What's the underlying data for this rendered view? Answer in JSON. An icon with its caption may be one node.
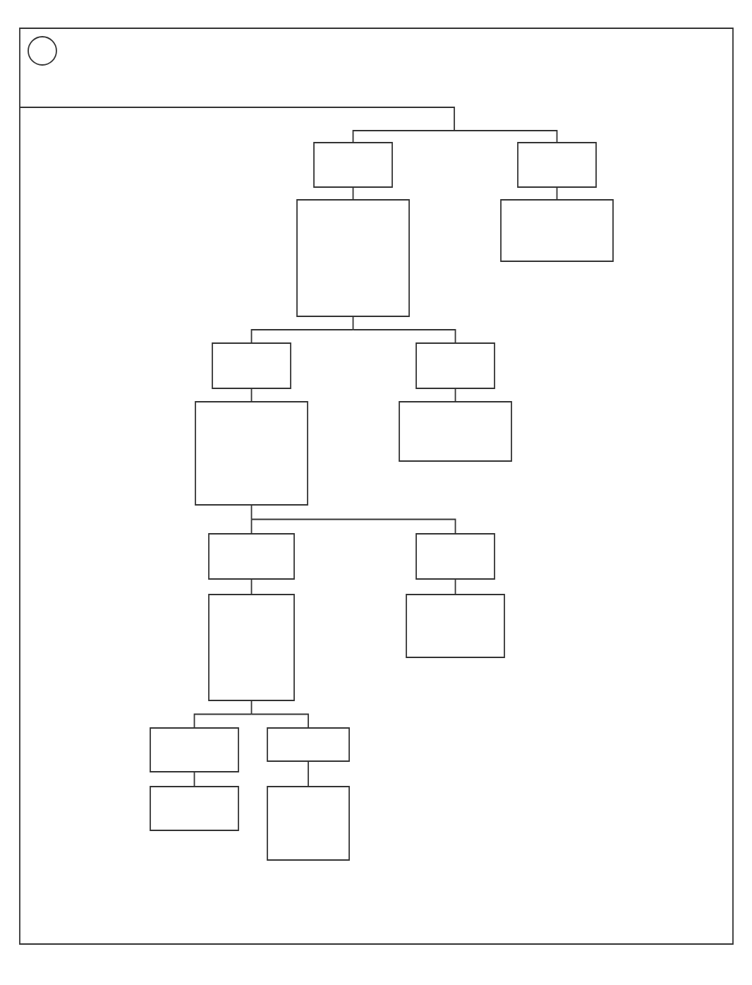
{
  "diagram": {
    "nodes": [
      {
        "text": [],
        "shape": "box"
      },
      {
        "text": [],
        "shape": "circle",
        "in": 0
      },
      {
        "text": [],
        "shape": "box",
        "in": 0
      },
      {
        "text": [],
        "shape": "box",
        "in": 0
      },
      {
        "text": [],
        "shape": "box",
        "in": 0
      },
      {
        "text": [],
        "shape": "box",
        "in": 0
      },
      {
        "text": [],
        "shape": "box",
        "in": 0
      },
      {
        "text": [],
        "shape": "box",
        "in": 0
      },
      {
        "text": [],
        "shape": "box",
        "in": 0
      },
      {
        "text": [],
        "shape": "box",
        "in": 0
      },
      {
        "text": [],
        "shape": "box",
        "in": 0
      },
      {
        "text": [],
        "shape": "box",
        "in": 0
      },
      {
        "text": [],
        "shape": "box",
        "in": 0
      },
      {
        "text": [],
        "shape": "box",
        "in": 0
      },
      {
        "text": [],
        "shape": "box",
        "in": 0
      },
      {
        "text": [],
        "shape": "box",
        "in": 0
      },
      {
        "text": [],
        "shape": "box",
        "in": 0
      },
      {
        "text": [],
        "shape": "box",
        "in": 0
      }
    ],
    "edges": [
      {
        "from": 0,
        "to": 2,
        "arrow": "none"
      },
      {
        "from": 0,
        "to": 3,
        "arrow": "none"
      },
      {
        "from": 2,
        "to": 4,
        "arrow": "none"
      },
      {
        "from": 3,
        "to": 5,
        "arrow": "none"
      },
      {
        "from": 4,
        "to": 6,
        "arrow": "none"
      },
      {
        "from": 4,
        "to": 7,
        "arrow": "none"
      },
      {
        "from": 6,
        "to": 8,
        "arrow": "none"
      },
      {
        "from": 7,
        "to": 9,
        "arrow": "none"
      },
      {
        "from": 8,
        "to": 10,
        "arrow": "none"
      },
      {
        "from": 8,
        "to": 11,
        "arrow": "none"
      },
      {
        "from": 10,
        "to": 12,
        "arrow": "none"
      },
      {
        "from": 11,
        "to": 13,
        "arrow": "none"
      },
      {
        "from": 12,
        "to": 14,
        "arrow": "none"
      },
      {
        "from": 12,
        "to": 15,
        "arrow": "none"
      },
      {
        "from": 14,
        "to": 16,
        "arrow": "none"
      },
      {
        "from": 15,
        "to": 17,
        "arrow": "none"
      }
    ]
  }
}
